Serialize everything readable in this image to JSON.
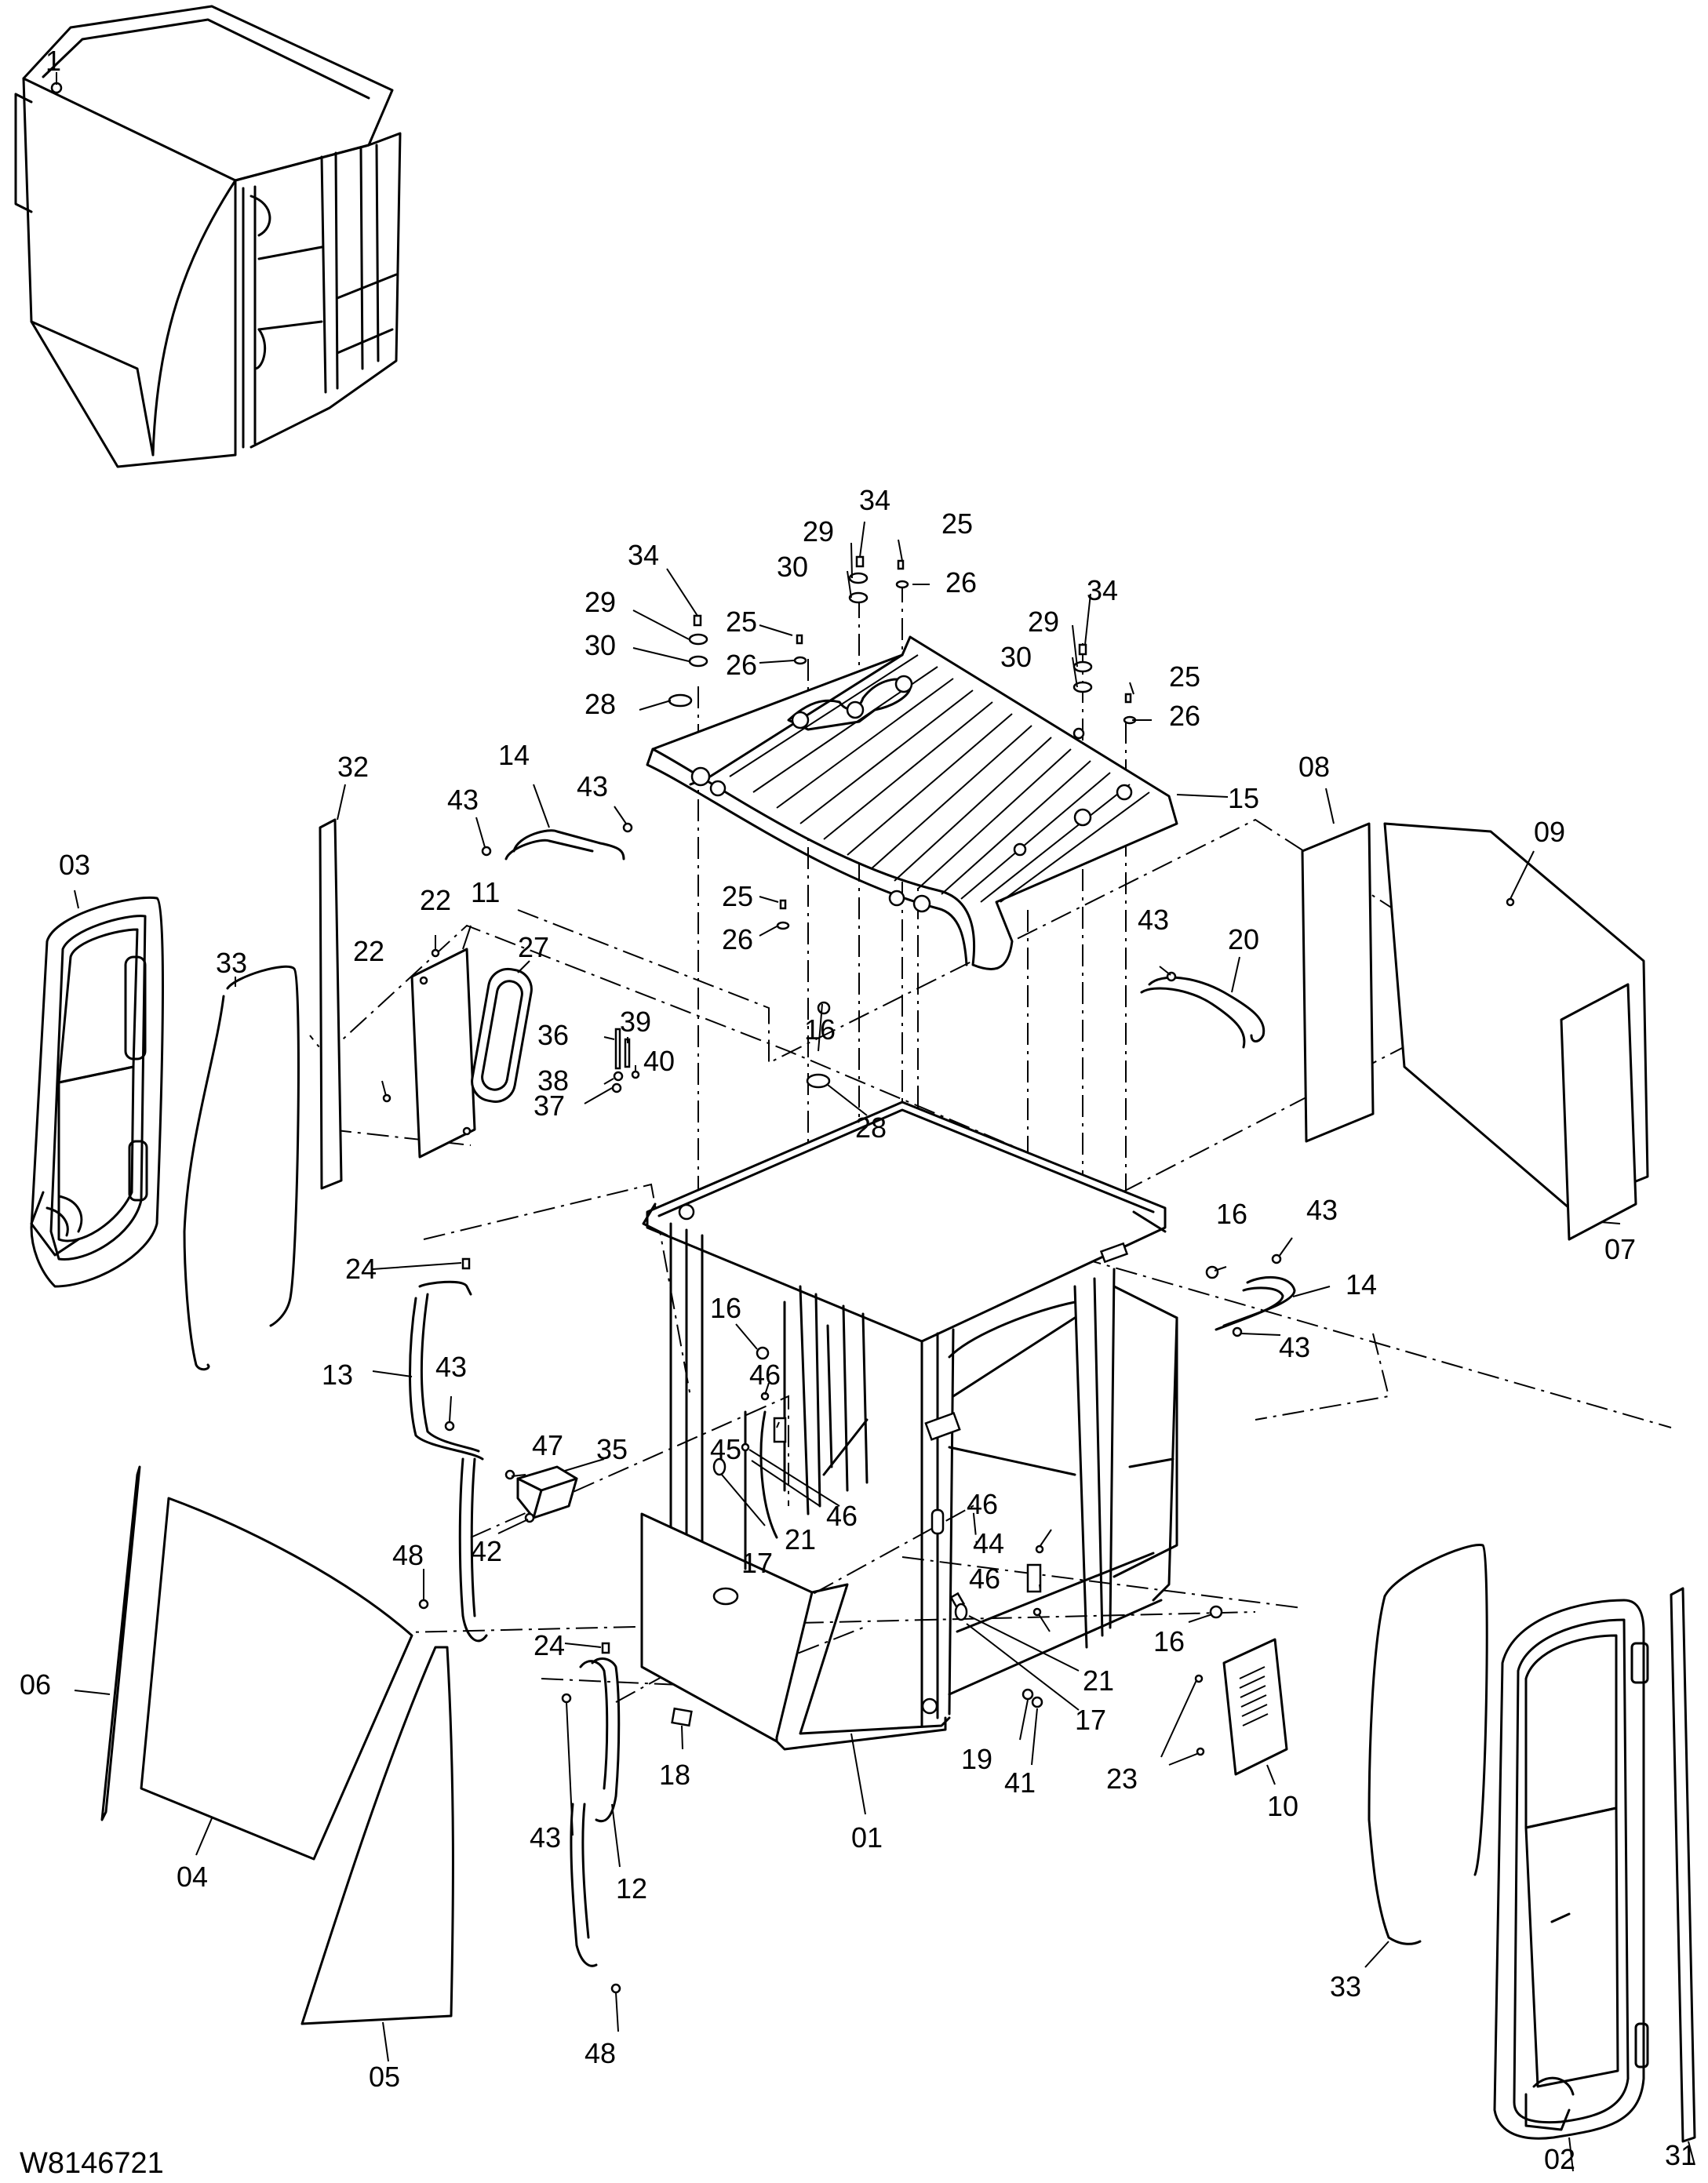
{
  "drawing_number": "W8146721",
  "inset_callout": "1",
  "callouts": [
    "01",
    "02",
    "03",
    "04",
    "05",
    "06",
    "07",
    "08",
    "09",
    "10",
    "11",
    "12",
    "13",
    "14",
    "15",
    "16",
    "17",
    "18",
    "19",
    "20",
    "21",
    "22",
    "23",
    "24",
    "25",
    "26",
    "27",
    "28",
    "29",
    "30",
    "31",
    "32",
    "33",
    "34",
    "35",
    "36",
    "37",
    "38",
    "39",
    "40",
    "41",
    "42",
    "43",
    "44",
    "45",
    "46",
    "47",
    "48"
  ]
}
